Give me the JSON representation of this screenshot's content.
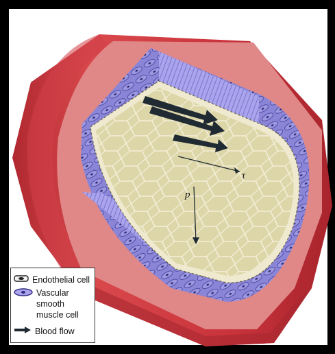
{
  "legend": {
    "items": [
      {
        "key": "endothelial",
        "label": "Endothelial cell"
      },
      {
        "key": "smooth_muscle",
        "label_line1": "Vascular smooth",
        "label_line2": "muscle cell"
      },
      {
        "key": "blood_flow",
        "label": "Blood flow"
      }
    ]
  },
  "labels": {
    "shear_stress": "τ",
    "pressure": "p"
  },
  "colors": {
    "adventitia": "#c8323a",
    "adventitia_cut": "#e08888",
    "media": "#8a85d6",
    "intima": "#e8e2c4",
    "lumen": "#ddd6a8",
    "flow_arrow": "#1f2a32"
  }
}
